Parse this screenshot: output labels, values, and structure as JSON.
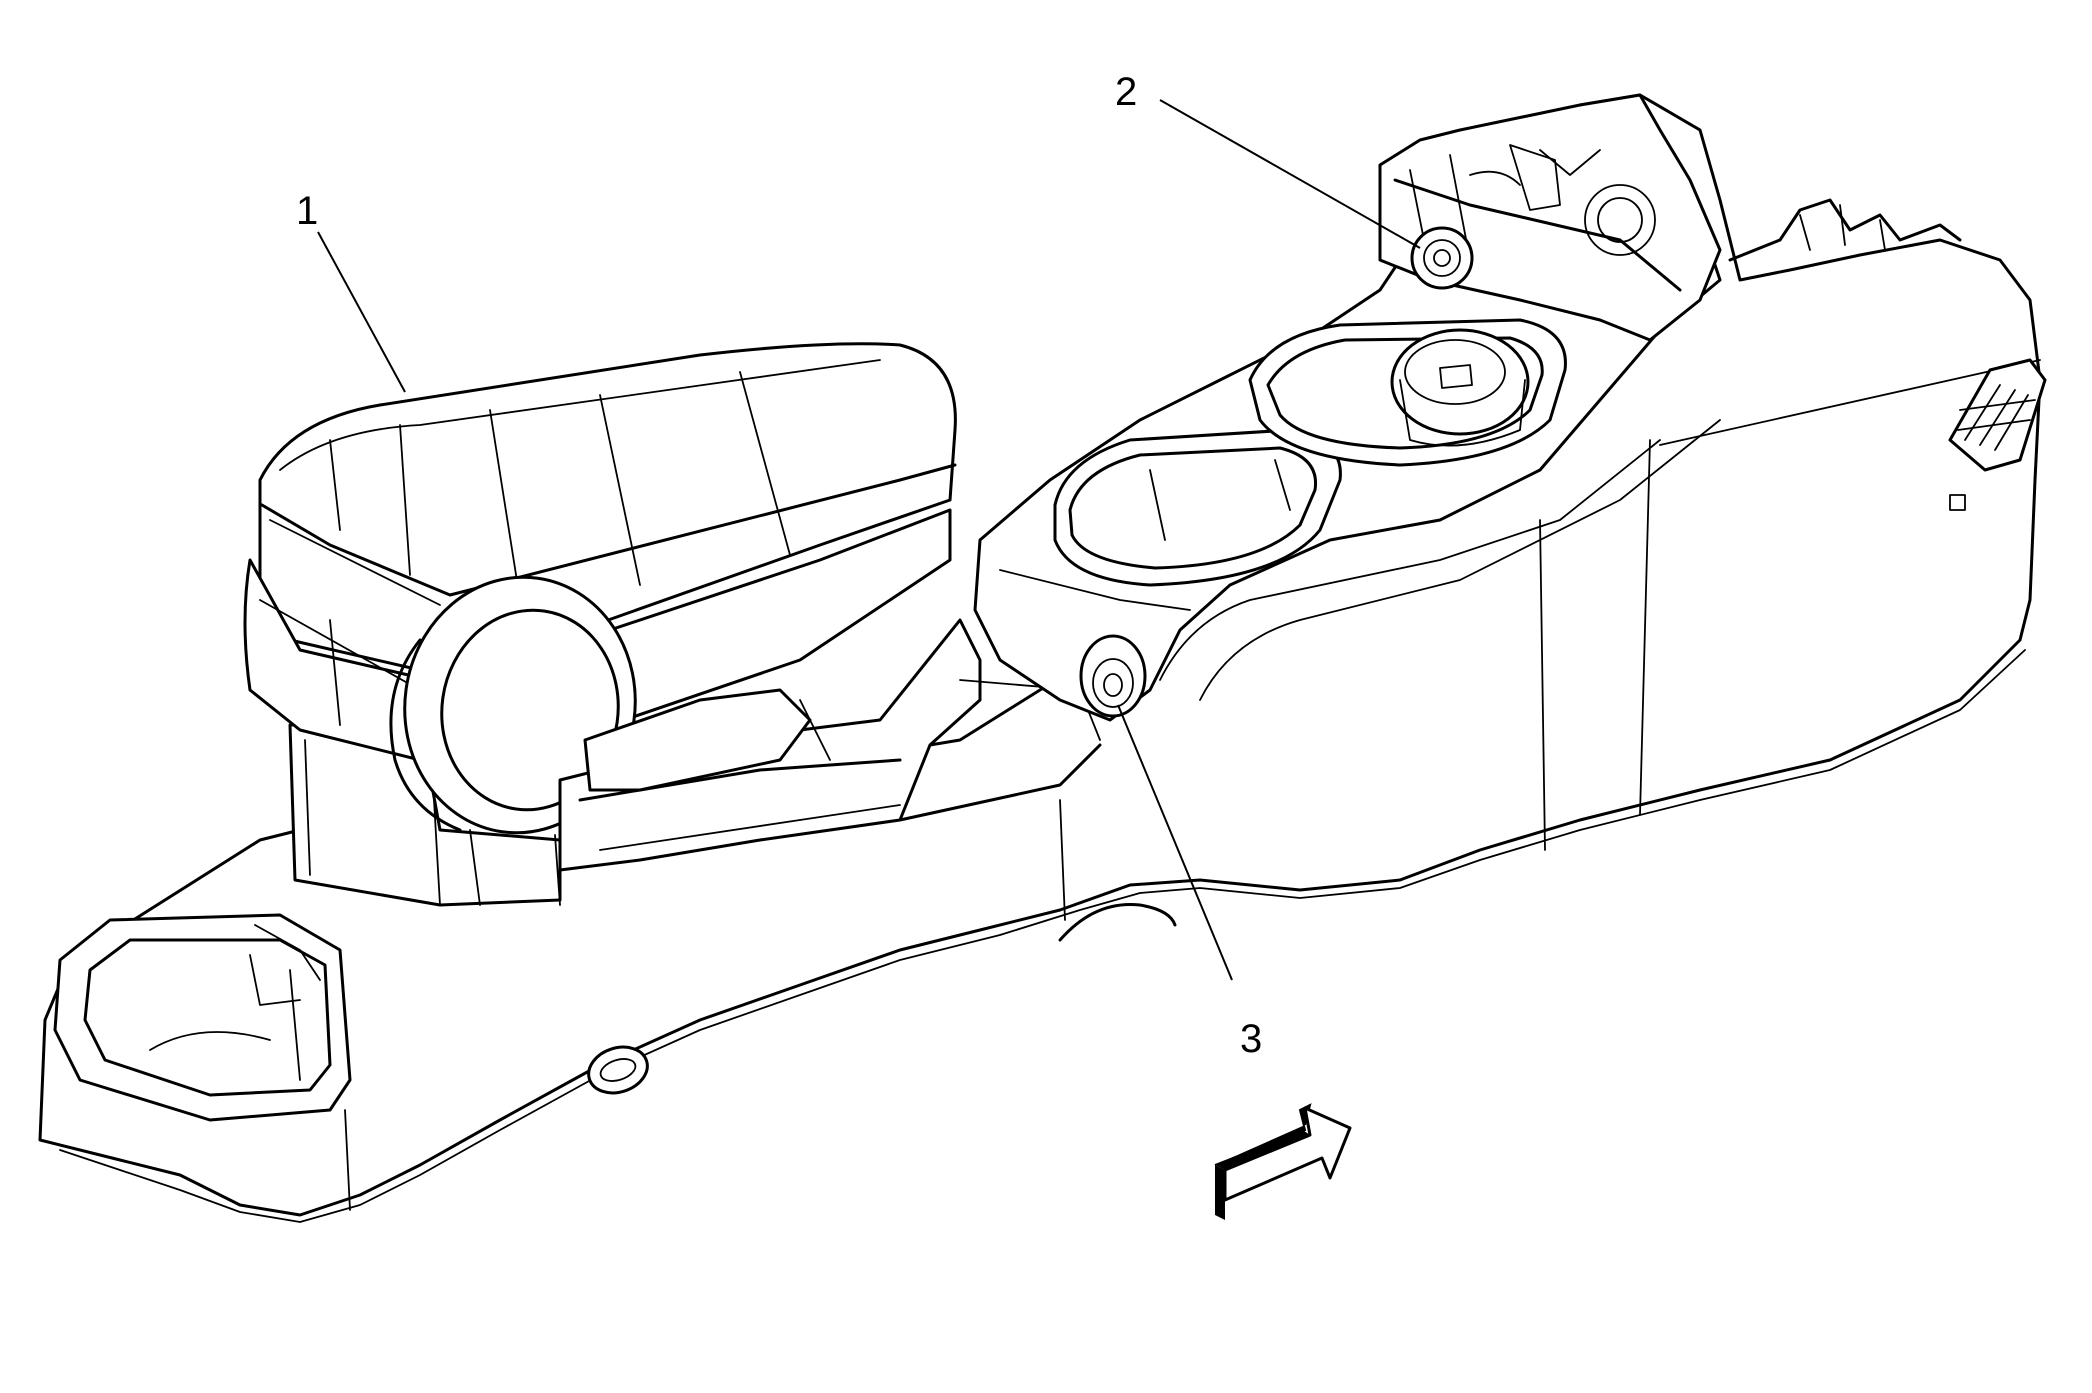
{
  "callouts": [
    {
      "label": "1",
      "part": "armrest"
    },
    {
      "label": "2",
      "part": "upper-power-outlet"
    },
    {
      "label": "3",
      "part": "lower-power-outlet"
    }
  ],
  "colors": {
    "line": "#000000",
    "background": "#ffffff"
  },
  "icons": [
    "forward-direction-arrow-icon"
  ]
}
